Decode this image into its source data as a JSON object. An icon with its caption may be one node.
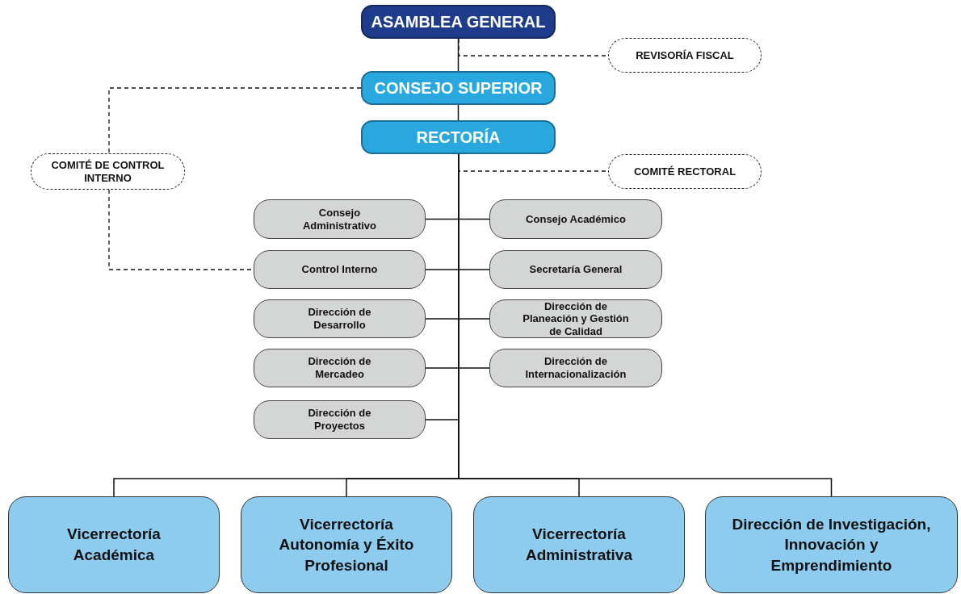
{
  "diagram": {
    "nodes": [
      {
        "text": [
          "ASAMBLEA GENERAL"
        ]
      },
      {
        "text": [
          "REVISORÍA FISCAL"
        ]
      },
      {
        "text": [
          "CONSEJO SUPERIOR"
        ]
      },
      {
        "text": [
          "COMITÉ DE CONTROL INTERNO"
        ]
      },
      {
        "text": [
          "RECTORÍA"
        ]
      },
      {
        "text": [
          "COMITÉ RECTORAL"
        ]
      },
      {
        "text": [
          "Consejo Administrativo"
        ]
      },
      {
        "text": [
          "Consejo Académico"
        ]
      },
      {
        "text": [
          "Control Interno"
        ]
      },
      {
        "text": [
          "Secretaría General"
        ]
      },
      {
        "text": [
          "Dirección de Desarrollo"
        ]
      },
      {
        "text": [
          "Dirección de Planeación y Gestión de Calidad"
        ]
      },
      {
        "text": [
          "Dirección de Mercadeo"
        ]
      },
      {
        "text": [
          "Dirección de Internacionalización"
        ]
      },
      {
        "text": [
          "Dirección de Proyectos"
        ]
      },
      {
        "text": [
          "Vicerrectoría Académica"
        ]
      },
      {
        "text": [
          "Vicerrectoría Autonomía y Éxito Profesional"
        ]
      },
      {
        "text": [
          "Vicerrectoría Administrativa"
        ]
      },
      {
        "text": [
          "Dirección de Investigación, Innovación y Emprendimiento"
        ]
      }
    ],
    "edges": [
      {
        "from": 0,
        "to": 2,
        "arrow": "none"
      },
      {
        "from": 0,
        "to": 1,
        "arrow": "none",
        "style": "dashed"
      },
      {
        "from": 2,
        "to": 4,
        "arrow": "none"
      },
      {
        "from": 2,
        "to": 3,
        "arrow": "none",
        "style": "dashed"
      },
      {
        "from": 3,
        "to": 8,
        "arrow": "none",
        "style": "dashed"
      },
      {
        "from": 4,
        "to": 5,
        "arrow": "none",
        "style": "dashed"
      },
      {
        "from": 4,
        "to": 6,
        "arrow": "none"
      },
      {
        "from": 4,
        "to": 7,
        "arrow": "none"
      },
      {
        "from": 4,
        "to": 8,
        "arrow": "none"
      },
      {
        "from": 4,
        "to": 9,
        "arrow": "none"
      },
      {
        "from": 4,
        "to": 10,
        "arrow": "none"
      },
      {
        "from": 4,
        "to": 11,
        "arrow": "none"
      },
      {
        "from": 4,
        "to": 12,
        "arrow": "none"
      },
      {
        "from": 4,
        "to": 13,
        "arrow": "none"
      },
      {
        "from": 4,
        "to": 14,
        "arrow": "none"
      },
      {
        "from": 4,
        "to": 15,
        "arrow": "none"
      },
      {
        "from": 4,
        "to": 16,
        "arrow": "none"
      },
      {
        "from": 4,
        "to": 17,
        "arrow": "none"
      },
      {
        "from": 4,
        "to": 18,
        "arrow": "none"
      }
    ]
  }
}
